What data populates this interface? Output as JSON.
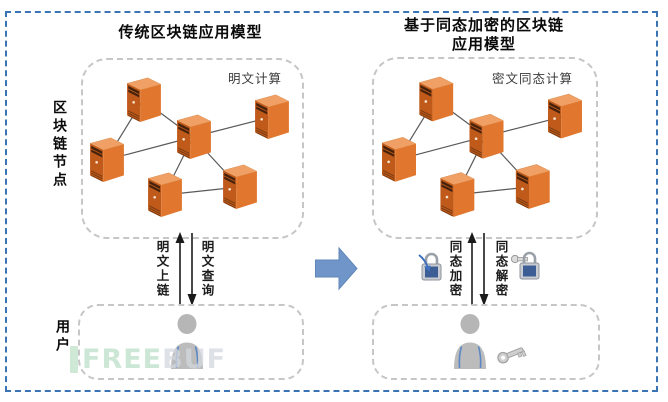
{
  "page": {
    "background": "#ffffff",
    "outer_border_color": "#3b74b5"
  },
  "left_panel": {
    "title": "传统区块链应用模型",
    "nodes_label": "明文计算",
    "side_label": "区块链节点",
    "up_arrow_label": "明文上链",
    "down_arrow_label": "明文查询"
  },
  "right_panel": {
    "title_line1": "基于同态加密的区块链",
    "title_line2": "应用模型",
    "nodes_label": "密文同态计算",
    "up_arrow_label": "同态加密",
    "down_arrow_label": "同态解密"
  },
  "user_label": "用户",
  "watermark": {
    "green_text": "FREE",
    "gray_text": "BUF"
  },
  "network": {
    "node_count_per_panel": 6,
    "edges": [
      [
        1,
        3
      ],
      [
        1,
        4
      ],
      [
        2,
        3
      ],
      [
        3,
        4
      ],
      [
        3,
        5
      ],
      [
        3,
        6
      ],
      [
        5,
        6
      ]
    ],
    "node_type": "server-tower"
  },
  "colors": {
    "server_front": "#bf5a1a",
    "server_side": "#e1772e",
    "server_top": "#f0a064",
    "network_line": "#5a5a5a",
    "flow_arrow": "#1a1a1a",
    "transition_arrow": "#7096c9",
    "person": "#bcbcbc",
    "dashed_box": "#c6c6c6"
  }
}
